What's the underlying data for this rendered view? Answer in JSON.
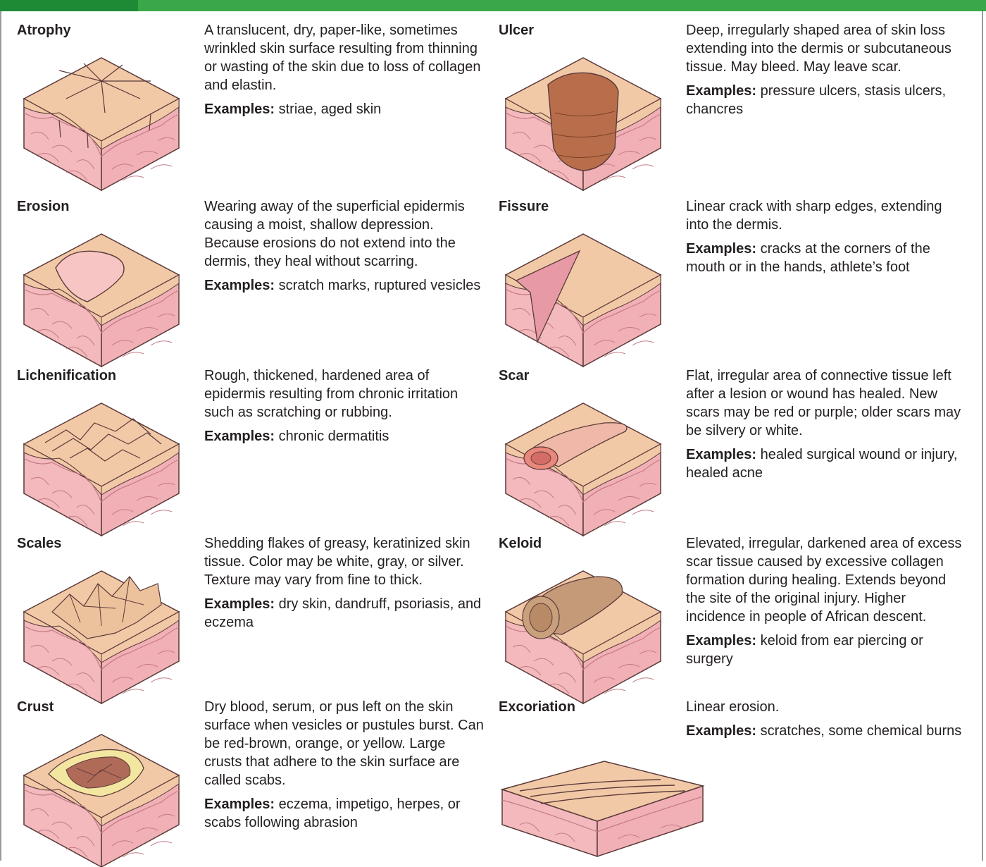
{
  "colors": {
    "header_green": "#3aa84a",
    "header_tab": "#1e8a36",
    "skin_surface": "#f2c9a6",
    "skin_body": "#f3b9bc",
    "skin_line": "#c47a85",
    "ulcer": "#b86e4a",
    "keloid": "#c49a78"
  },
  "examples_label": "Examples:",
  "lesions": [
    {
      "term": "Atrophy",
      "desc": "A translucent, dry, paper-like, sometimes wrinkled skin surface resulting from thinning or wasting of the skin due to loss of collagen and elastin.",
      "examples": "striae, aged skin",
      "icon": "skin-atrophy-illustration"
    },
    {
      "term": "Erosion",
      "desc": "Wearing away of the superficial epidermis causing a moist, shallow depression. Because erosions do not extend into the dermis, they heal without scarring.",
      "examples": "scratch marks, ruptured vesicles",
      "icon": "skin-erosion-illustration"
    },
    {
      "term": "Lichenification",
      "desc": "Rough, thickened, hardened area of epidermis resulting from chronic irritation such as scratching or rubbing.",
      "examples": "chronic dermatitis",
      "icon": "skin-lichenification-illustration"
    },
    {
      "term": "Scales",
      "desc": "Shedding flakes of greasy, keratinized skin tissue. Color may be white, gray, or silver. Texture may vary from fine to thick.",
      "examples": "dry skin, dandruff, psoriasis, and eczema",
      "icon": "skin-scales-illustration"
    },
    {
      "term": "Crust",
      "desc": "Dry blood, serum, or pus left on the skin surface when vesicles or pustules burst. Can be red-brown, orange, or yellow. Large crusts that adhere to the skin surface are called scabs.",
      "examples": "eczema, impetigo, herpes, or scabs following abrasion",
      "icon": "skin-crust-illustration"
    },
    {
      "term": "Ulcer",
      "desc": "Deep, irregularly shaped area of skin loss extending into the dermis or subcutaneous tissue. May bleed. May leave scar.",
      "examples": "pressure ulcers, stasis ulcers, chancres",
      "icon": "skin-ulcer-illustration"
    },
    {
      "term": "Fissure",
      "desc": "Linear crack with sharp edges, extending into the dermis.",
      "examples": "cracks at the corners of the mouth or in the hands, athlete’s foot",
      "icon": "skin-fissure-illustration"
    },
    {
      "term": "Scar",
      "desc": "Flat, irregular area of connective tissue left after a lesion or wound has healed. New scars may be red or purple; older scars may be silvery or white.",
      "examples": "healed surgical wound or injury, healed acne",
      "icon": "skin-scar-illustration"
    },
    {
      "term": "Keloid",
      "desc": "Elevated, irregular, darkened area of excess scar tissue caused by excessive collagen formation during healing. Extends beyond the site of the original injury. Higher incidence in people of African descent.",
      "examples": "keloid from ear piercing or surgery",
      "icon": "skin-keloid-illustration"
    },
    {
      "term": "Excoriation",
      "desc": "Linear erosion.",
      "examples": "scratches, some chemical burns",
      "icon": "skin-excoriation-illustration"
    }
  ]
}
